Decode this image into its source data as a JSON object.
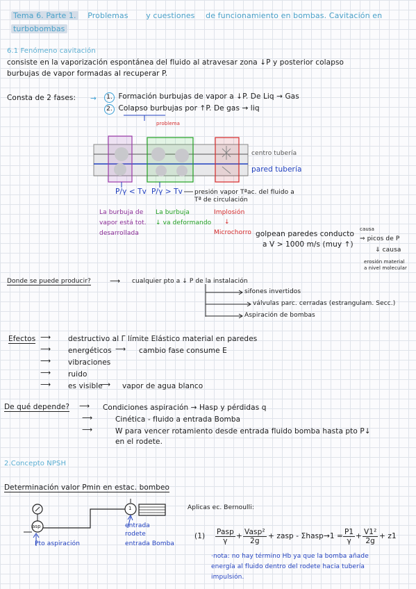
{
  "title": {
    "line1": [
      "Tema 6. Parte 1.",
      "Problemas",
      "y cuestiones",
      "de funcionamiento en bombas. Cavitación en"
    ],
    "line2": "turbobombas"
  },
  "section1": {
    "heading": "6.1 Fenómeno cavitación",
    "definition_l1": "consiste en la vaporización espontánea del fluido al atravesar zona ↓P y posterior colapso",
    "definition_l2": "burbujas de vapor formadas al recuperar P.",
    "phases_label": "Consta de 2 fases:",
    "phase1_num": "1.",
    "phase1_text": "Formación burbujas de vapor  a ↓P. De Liq → Gas",
    "phase2_num": "2.",
    "phase2_text": "Colapso burbujas por ↑P. De gas → liq",
    "phase2_note": "problema",
    "diagram": {
      "centro_label": "centro tubería",
      "pared_label": "pared tubería",
      "eq1": "P/γ < Tv",
      "eq2": "P/γ > Tv",
      "presion_note_l1": "presión vapor Tªac. del fluido a",
      "presion_note_l2": "Tª de circulación",
      "purple_l1": "La burbuja de",
      "purple_l2": "vapor está tot.",
      "purple_l3": "desarrollada",
      "green_l1": "La burbuja",
      "green_l2": "↓ va deformando",
      "red_l1": "Implosión",
      "red_l2": "↓",
      "red_l3": "Microchorro",
      "golpean_l1": "golpean paredes conducto",
      "golpean_l2": "a V > 1000 m/s (muy ↑)",
      "causa1": "causa",
      "picos": "⇒ picos de P",
      "causa2": "⇓ causa",
      "erosion_l1": "erosión material",
      "erosion_l2": "a nivel molecular"
    },
    "donde_label": "Donde se puede producir?",
    "donde_text": "cualquier pto a ↓ P de la instalación",
    "donde_items": [
      "sifones invertidos",
      "válvulas parc. cerradas (estrangulam. Secc.)",
      "Aspiración de bombas"
    ],
    "efectos_label": "Efectos",
    "efectos_items": [
      "destructivo al Γ límite Elástico material en paredes",
      "energéticos",
      "vibraciones",
      "ruido",
      "es visible"
    ],
    "efectos_energeticos_note": "cambio fase  consume E",
    "efectos_visible_note": "vapor de agua blanco",
    "depende_label": "De qué depende?",
    "depende_items": [
      "Condiciones aspiración → Hasp y pérdidas q",
      "Cinética - fluido a entrada Bomba",
      "W para vencer rotamiento desde  entrada fluido bomba hasta pto P↓"
    ],
    "depende_item3_l2": "en el rodete."
  },
  "section2": {
    "heading": "2.Concepto NPSH",
    "subheading": "Determinación valor Pmin en estac. bombeo",
    "asp_label": "asp",
    "pto_asp": "Pto aspiración",
    "pump_num": "1",
    "entrada_l1": "entrada",
    "entrada_l2": "rodete",
    "entrada_l3": "entrada Bomba",
    "aplicar": "Aplicas ec. Bernoulli:",
    "eq_num": "(1)",
    "eq_t1_num": "Pasp",
    "eq_t1_den": "γ",
    "eq_t2_num": "Vasp²",
    "eq_t2_den": "2g",
    "eq_mid": "+ zasp - Σhasp→1 =",
    "eq_t3_num": "P1",
    "eq_t3_den": "γ",
    "eq_t4_num": "V1²",
    "eq_t4_den": "2g",
    "eq_end": "+ z1",
    "nota_l1": "·nota: no hay término Hb ya que la bomba añade",
    "nota_l2": "energía al fluido dentro del rodete hacia tubería",
    "nota_l3": "impulsión."
  }
}
